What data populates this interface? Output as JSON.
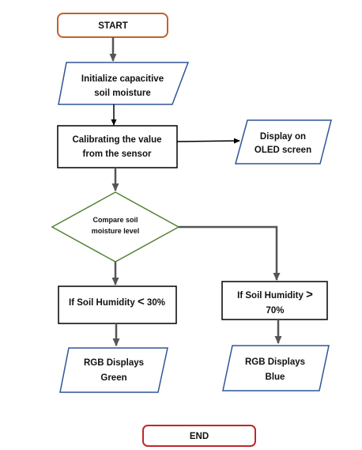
{
  "flowchart": {
    "start": {
      "label": "START"
    },
    "init": {
      "line1": "Initialize capacitive",
      "line2": "soil moisture"
    },
    "calibrate": {
      "line1": "Calibrating the value",
      "line2": "from the sensor"
    },
    "display_oled": {
      "line1": "Display on",
      "line2": "OLED screen"
    },
    "compare": {
      "line1": "Compare soil",
      "line2": "moisture level"
    },
    "low_humidity": {
      "text": "If Soil Humidity",
      "symbol": "<",
      "value": "30%"
    },
    "high_humidity": {
      "text": "If Soil Humidity",
      "symbol": ">",
      "value": "70%"
    },
    "rgb_green": {
      "line1": "RGB Displays",
      "line2": "Green"
    },
    "rgb_blue": {
      "line1": "RGB Displays",
      "line2": "Blue"
    },
    "end": {
      "label": "END"
    }
  },
  "colors": {
    "terminator_border": "#c0622b",
    "end_border": "#c0272d",
    "io_border": "#2f5597",
    "process_border": "#000000",
    "decision_border": "#548235",
    "connector_gray": "#555555",
    "connector_black": "#000000"
  }
}
